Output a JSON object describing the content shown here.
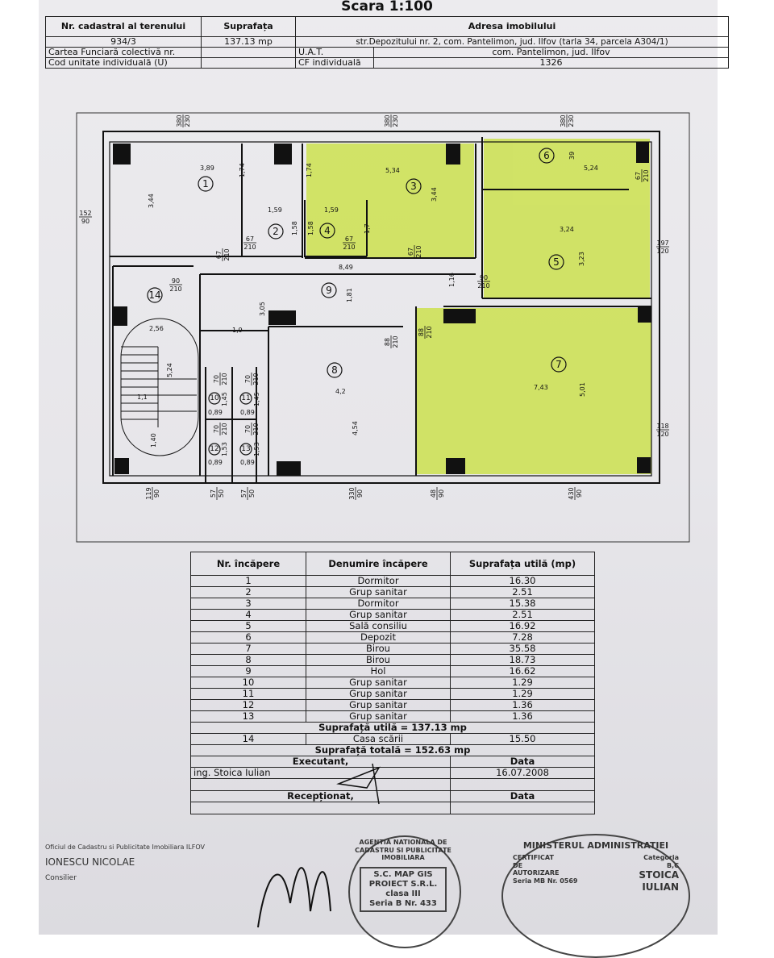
{
  "scale": "Scara 1:100",
  "header_table": {
    "col_cadastral": "Nr. cadastral al terenului",
    "col_area": "Suprafața",
    "col_address": "Adresa imobilului",
    "cadastral_value": "934/3",
    "area_value": "137.13 mp",
    "address_value": "str.Depozitului nr. 2, com. Pantelimon, jud. Ilfov (tarla 34, parcela A304/1)",
    "cf_collective_label": "Cartea Funciară colectivă nr.",
    "cf_collective_value": "",
    "uat_label": "U.A.T.",
    "uat_value": "com. Pantelimon, jud. Ilfov",
    "unit_code_label": "Cod unitate individuală (U)",
    "unit_code_value": "",
    "cf_individual_label": "CF individuală",
    "cf_individual_value": "1326"
  },
  "plan": {
    "rooms": [
      "1",
      "2",
      "3",
      "4",
      "5",
      "6",
      "7",
      "8",
      "9",
      "10",
      "11",
      "12",
      "13",
      "14"
    ],
    "highlight_color": "#c8e03a",
    "dims": [
      "3,89",
      "1,74",
      "3,44",
      "1,59",
      "1,58",
      "1,59",
      "1,58",
      "1,7",
      "5,34",
      "3,44",
      "5,24",
      "3,24",
      "3,23",
      "8,49",
      "1,81",
      "1,16",
      "2,56",
      "1,9",
      "3,05",
      "5,24",
      "1,1",
      "1,40",
      "0,89",
      "0,89",
      "0,89",
      "0,89",
      "1,45",
      "1,45",
      "1,53",
      "1,53",
      "4,2",
      "4,54",
      "7,43",
      "5,01",
      "1,74",
      "39"
    ],
    "openings": [
      [
        "380",
        "230"
      ],
      [
        "380",
        "230"
      ],
      [
        "380",
        "230"
      ],
      [
        "152",
        "90"
      ],
      [
        "197",
        "120"
      ],
      [
        "118",
        "120"
      ],
      [
        "119",
        "90"
      ],
      [
        "57",
        "50"
      ],
      [
        "57",
        "50"
      ],
      [
        "330",
        "90"
      ],
      [
        "48",
        "90"
      ],
      [
        "430",
        "90"
      ],
      [
        "67",
        "210"
      ],
      [
        "67",
        "210"
      ],
      [
        "67",
        "210"
      ],
      [
        "67",
        "210"
      ],
      [
        "90",
        "210"
      ],
      [
        "90",
        "210"
      ],
      [
        "88",
        "210"
      ],
      [
        "88",
        "210"
      ],
      [
        "67",
        "210"
      ],
      [
        "70",
        "210"
      ],
      [
        "70",
        "210"
      ],
      [
        "70",
        "210"
      ],
      [
        "70",
        "210"
      ]
    ]
  },
  "rooms_table": {
    "col_nr": "Nr. încăpere",
    "col_name": "Denumire încăpere",
    "col_area": "Suprafața utilă (mp)",
    "rows": [
      [
        "1",
        "Dormitor",
        "16.30"
      ],
      [
        "2",
        "Grup sanitar",
        "2.51"
      ],
      [
        "3",
        "Dormitor",
        "15.38"
      ],
      [
        "4",
        "Grup sanitar",
        "2.51"
      ],
      [
        "5",
        "Sală consiliu",
        "16.92"
      ],
      [
        "6",
        "Depozit",
        "7.28"
      ],
      [
        "7",
        "Birou",
        "35.58"
      ],
      [
        "8",
        "Birou",
        "18.73"
      ],
      [
        "9",
        "Hol",
        "16.62"
      ],
      [
        "10",
        "Grup sanitar",
        "1.29"
      ],
      [
        "11",
        "Grup sanitar",
        "1.29"
      ],
      [
        "12",
        "Grup sanitar",
        "1.36"
      ],
      [
        "13",
        "Grup sanitar",
        "1.36"
      ]
    ],
    "useful_total": "Suprafață utilă = 137.13 mp",
    "stair_row": [
      "14",
      "Casa scării",
      "15.50"
    ],
    "grand_total": "Suprafață totală = 152.63 mp",
    "executant_label": "Executant,",
    "date_label": "Data",
    "executant_name": "ing. Stoica Iulian",
    "executant_date": "16.07.2008",
    "received_label": "Recepționat,",
    "received_date_label": "Data"
  },
  "stamps": {
    "company": [
      "S.C. MAP GIS",
      "PROIECT S.R.L.",
      "clasa III",
      "Seria B Nr. 433"
    ],
    "agency_ring": "AGENTIA NATIONALA DE CADASTRU SI PUBLICITATE IMOBILIARA",
    "ministry_ring": "MINISTERUL ADMINISTRATIEI",
    "ministry_inner": [
      "CERTIFICAT",
      "DE",
      "AUTORIZARE",
      "Seria MB Nr. 0569",
      "Categoria",
      "B,C",
      "STOICA",
      "IULIAN"
    ],
    "left_stamp": [
      "Oficiul de Cadastru si Publicitate Imobiliara ILFOV",
      "IONESCU NICOLAE",
      "Consilier"
    ]
  }
}
